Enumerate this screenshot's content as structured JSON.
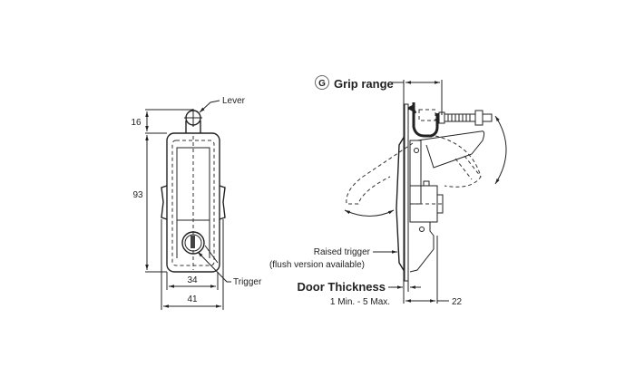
{
  "front_view": {
    "lever_label": "Lever",
    "trigger_label": "Trigger",
    "dim_lever": "16",
    "dim_height": "93",
    "dim_inner_width": "34",
    "dim_outer_width": "41"
  },
  "side_view": {
    "grip_badge": "G",
    "grip_label": "Grip range",
    "raised_trigger_label": "Raised trigger",
    "flush_note": "(flush version available)",
    "door_thickness_label": "Door Thickness",
    "door_thickness_range": "1 Min. - 5 Max.",
    "dim_depth": "22"
  }
}
